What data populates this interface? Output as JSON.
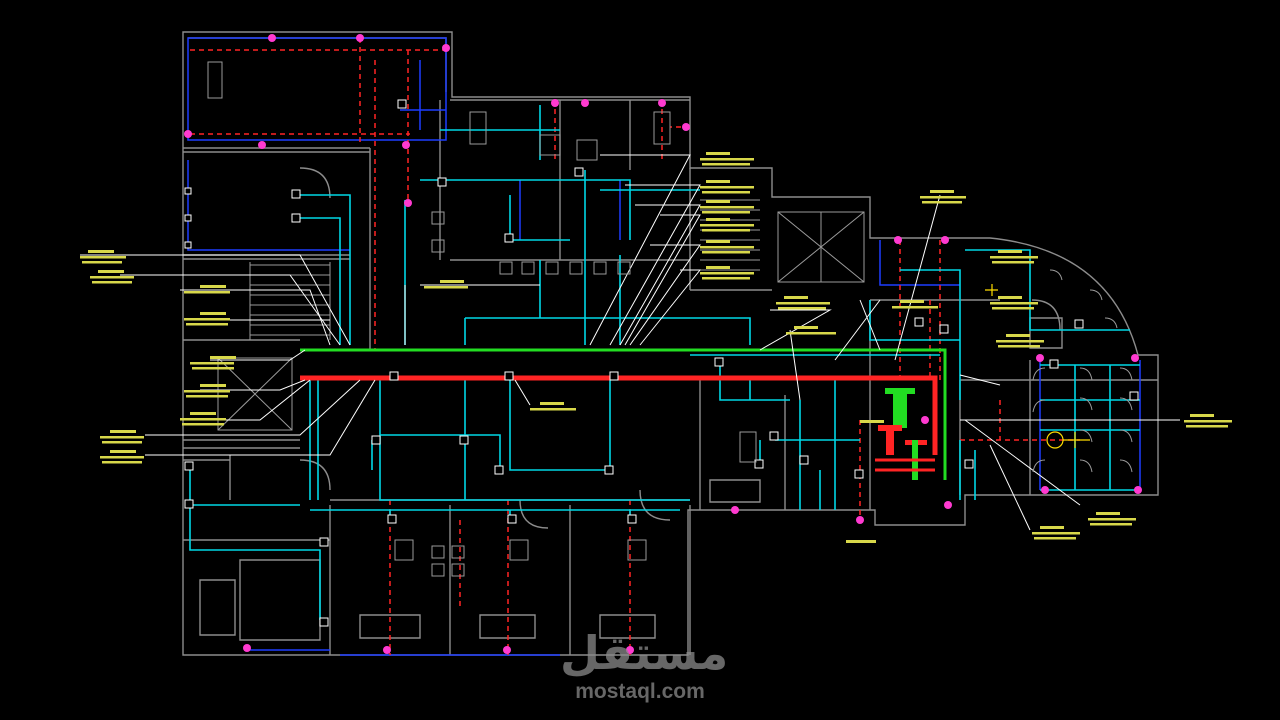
{
  "drawing": {
    "colors": {
      "background": "#000000",
      "walls": "#8c8c8c",
      "chilled_water": "#00d7e6",
      "drain": "#ff2424",
      "supply": "#22dd22",
      "equipment": "#1e3dff",
      "annotation_text": "#d8d84a",
      "leader": "#ffffff",
      "fixture": "#ff3ad0",
      "valve": "#ffdd00"
    },
    "symbols": [
      "ceiling-fan-coil-unit",
      "valve",
      "riser",
      "floor-drain",
      "pump"
    ]
  },
  "watermark": {
    "arabic": "مستقل",
    "latin": "mostaql.com"
  }
}
